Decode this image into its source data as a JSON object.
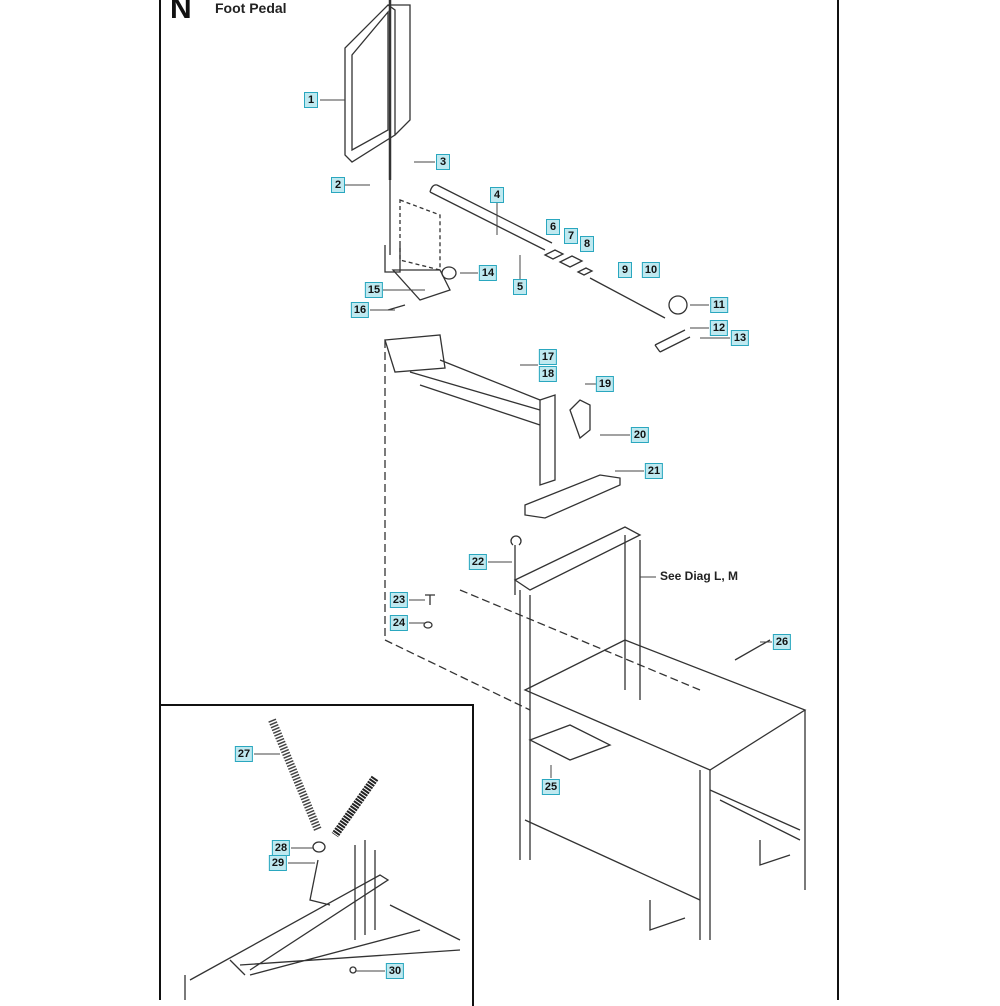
{
  "section_letter": "N",
  "title": "Foot Pedal",
  "see_note": "See Diag L, M",
  "callouts": [
    "1",
    "2",
    "3",
    "4",
    "5",
    "6",
    "7",
    "8",
    "9",
    "10",
    "11",
    "12",
    "13",
    "14",
    "15",
    "16",
    "17",
    "18",
    "19",
    "20",
    "21",
    "22",
    "23",
    "24",
    "25",
    "26",
    "27",
    "28",
    "29",
    "30"
  ],
  "colors": {
    "callout_fill": "#bfe9f0",
    "callout_border": "#2aa7bf"
  }
}
